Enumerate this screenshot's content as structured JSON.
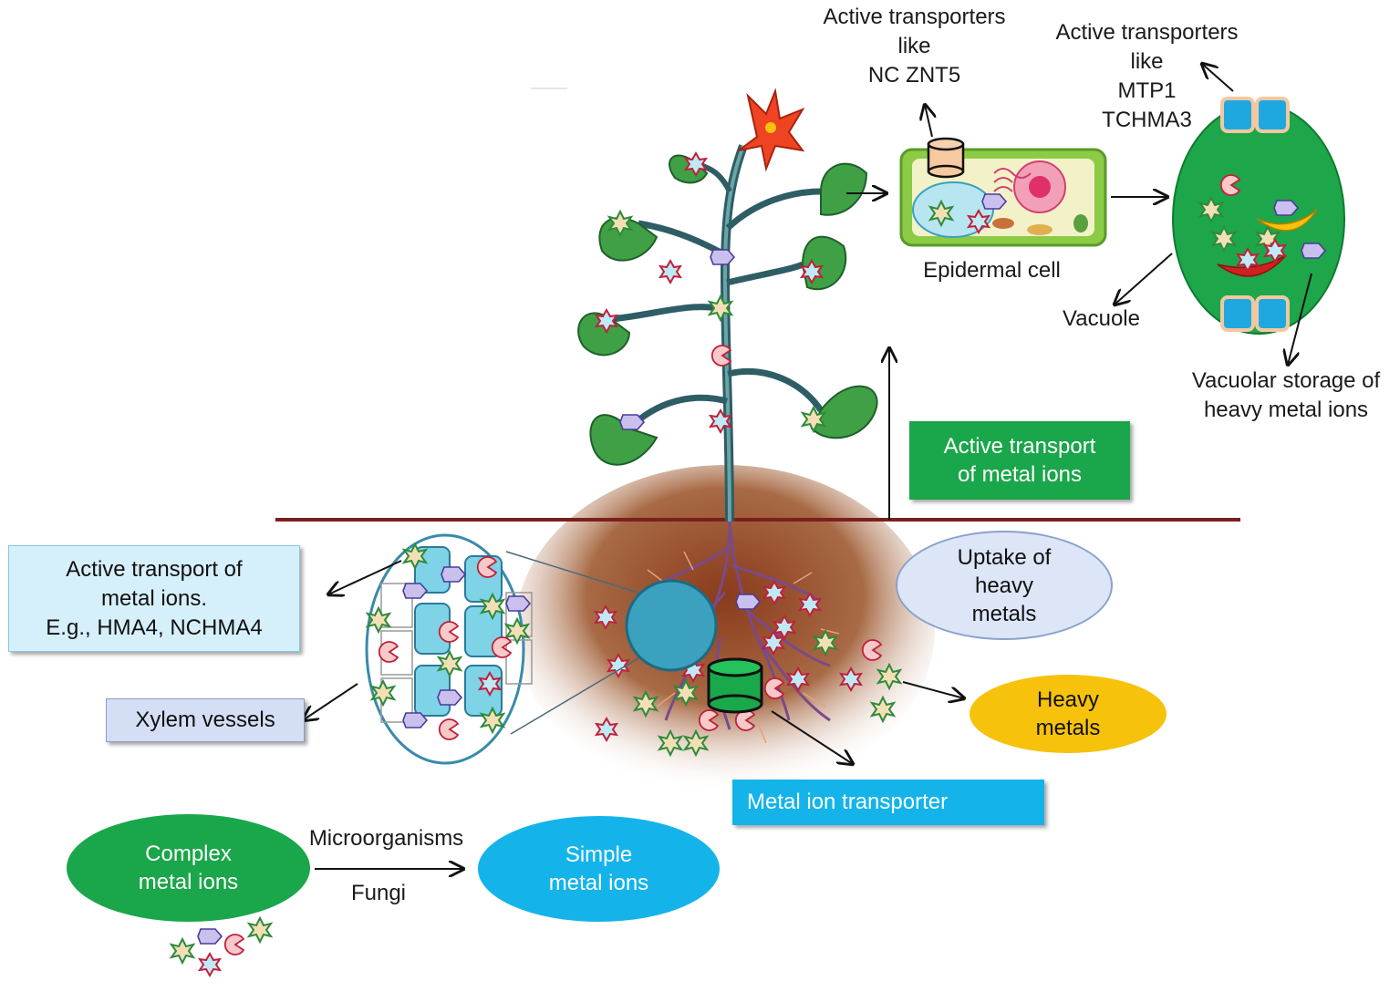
{
  "labels": {
    "znt5": [
      "Active transporters",
      "like",
      "NC ZNT5"
    ],
    "mtp1": [
      "Active transporters",
      "like",
      "MTP1",
      "TCHMA3"
    ],
    "epidermal": "Epidermal cell",
    "vacuole": "Vacuole",
    "vacuolar_storage": [
      "Vacuolar storage of",
      "heavy  metal ions"
    ],
    "active_transport_up": [
      "Active transport",
      "of metal ions"
    ],
    "hma4": [
      "Active transport of",
      "metal ions.",
      "E.g., HMA4, NCHMA4"
    ],
    "xylem": "Xylem vessels",
    "uptake": [
      "Uptake of",
      "heavy",
      "metals"
    ],
    "heavy_metals": [
      "Heavy",
      "metals"
    ],
    "transporter": "Metal ion transporter",
    "complex": [
      "Complex",
      "metal ions"
    ],
    "simple": [
      "Simple",
      "metal ions"
    ],
    "microorganisms": "Microorganisms",
    "fungi": "Fungi"
  },
  "colors": {
    "green": "#1aa64a",
    "cyan": "#14b4ea",
    "soil_line": "#7a1f1f",
    "heavy_metals_oval": "#f7c20c",
    "uptake_oval": "#dce6f7",
    "hma4_box": "#d6f0fb",
    "xylem_box": "#d4def4",
    "leaf": "#3fa046",
    "vacuole": "#1ea64a"
  }
}
